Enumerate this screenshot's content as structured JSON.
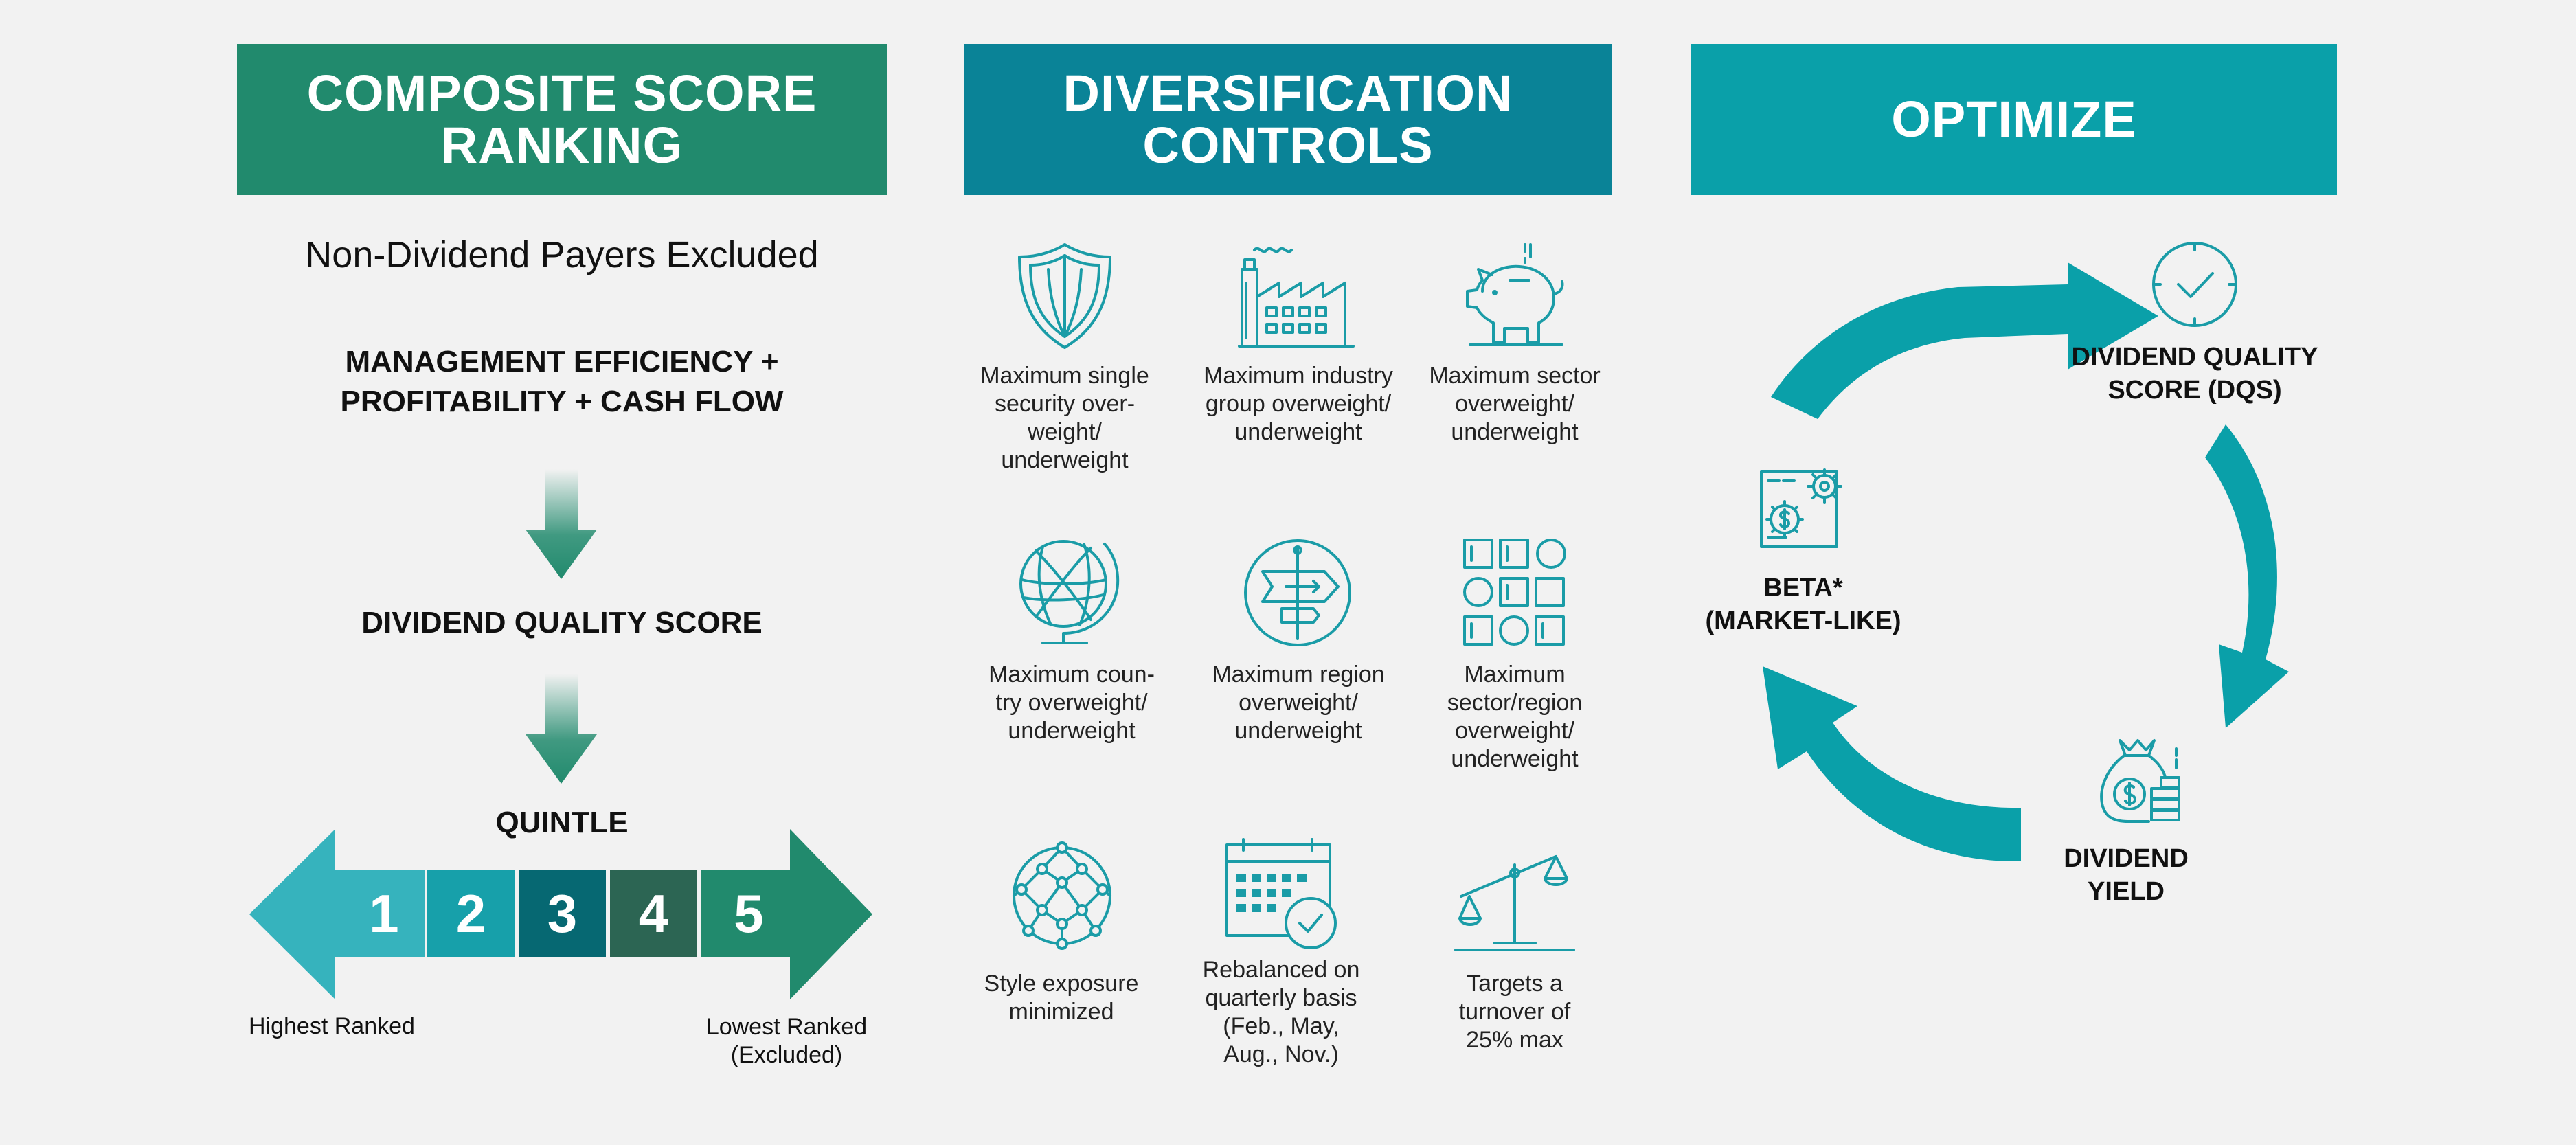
{
  "columns": {
    "ranking": {
      "title_line1": "COMPOSITE SCORE",
      "title_line2": "RANKING",
      "color": "#218a6d",
      "step1": "Non-Dividend Payers Excluded",
      "step2_line1": "MANAGEMENT EFFICIENCY +",
      "step2_line2": "PROFITABILITY + CASH FLOW",
      "step3": "DIVIDEND QUALITY SCORE",
      "quintile_title": "QUINTLE",
      "quintiles": [
        "1",
        "2",
        "3",
        "4",
        "5"
      ],
      "quintile_colors": [
        "#36b3bd",
        "#17a0aa",
        "#066872",
        "#2c6553",
        "#218a6d"
      ],
      "left_label": "Highest Ranked",
      "right_label_line1": "Lowest Ranked",
      "right_label_line2": "(Excluded)"
    },
    "diversification": {
      "title_line1": "DIVERSIFICATION",
      "title_line2": "CONTROLS",
      "color": "#0a8397",
      "items": [
        {
          "icon": "shield-icon",
          "label": "Maximum single\nsecurity over-\nweight/\nunderweight"
        },
        {
          "icon": "factory-icon",
          "label": "Maximum industry\ngroup overweight/\nunderweight"
        },
        {
          "icon": "piggy-bank-icon",
          "label": "Maximum sector\noverweight/\nunderweight"
        },
        {
          "icon": "globe-icon",
          "label": "Maximum coun-\ntry overweight/\nunderweight"
        },
        {
          "icon": "signpost-icon",
          "label": "Maximum region\noverweight/\nunderweight"
        },
        {
          "icon": "grid-shapes-icon",
          "label": "Maximum\nsector/region\noverweight/\nunderweight"
        },
        {
          "icon": "network-sphere-icon",
          "label": "Style exposure\nminimized"
        },
        {
          "icon": "calendar-check-icon",
          "label": "Rebalanced on\nquarterly basis\n(Feb., May,\nAug., Nov.)"
        },
        {
          "icon": "scale-icon",
          "label": "Targets a\nturnover of\n25% max"
        }
      ]
    },
    "optimize": {
      "title": "OPTIMIZE",
      "color": "#0aa0a9",
      "dqs_line1": "DIVIDEND QUALITY",
      "dqs_line2": "SCORE (DQS)",
      "yield_line1": "DIVIDEND",
      "yield_line2": "YIELD",
      "beta_line1": "BETA*",
      "beta_line2": "(MARKET-LIKE)",
      "icons": [
        "check-circle-icon",
        "money-bag-icon",
        "gears-icon"
      ]
    }
  }
}
